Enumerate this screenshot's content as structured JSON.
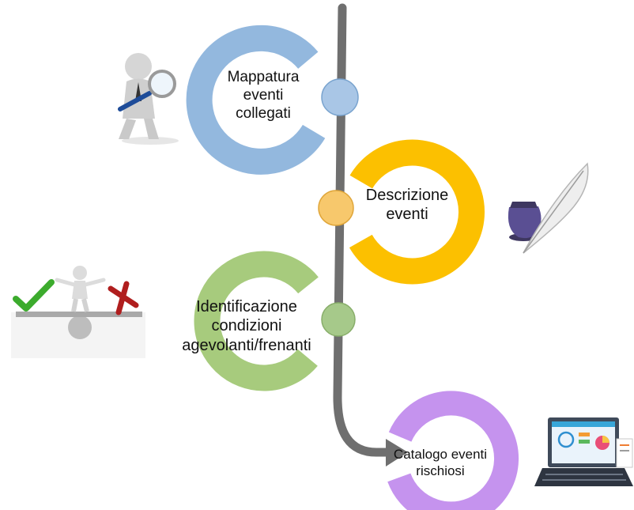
{
  "stages": [
    {
      "id": "mappatura",
      "lines": [
        "Mappatura",
        "eventi",
        "collegati"
      ],
      "color": "#93b8de",
      "dot": "#a9c6e6",
      "icon": "magnifier-figure-icon"
    },
    {
      "id": "descrizione",
      "lines": [
        "Descrizione",
        "eventi"
      ],
      "color": "#fcc000",
      "dot": "#f7c86c",
      "icon": "inkwell-quill-icon"
    },
    {
      "id": "identificazione",
      "lines": [
        "Identificazione",
        "condizioni",
        "agevolanti/frenanti"
      ],
      "color": "#a7cb7d",
      "dot": "#a6c98a",
      "icon": "balance-check-cross-icon"
    },
    {
      "id": "catalogo",
      "lines": [
        "Catalogo eventi",
        "rischiosi"
      ],
      "color": "#c593ee",
      "dot": null,
      "icon": "laptop-dashboard-icon"
    }
  ],
  "colors": {
    "timeline": "#6f6f6f",
    "check": "#3cab2d",
    "cross": "#b01e1e"
  }
}
